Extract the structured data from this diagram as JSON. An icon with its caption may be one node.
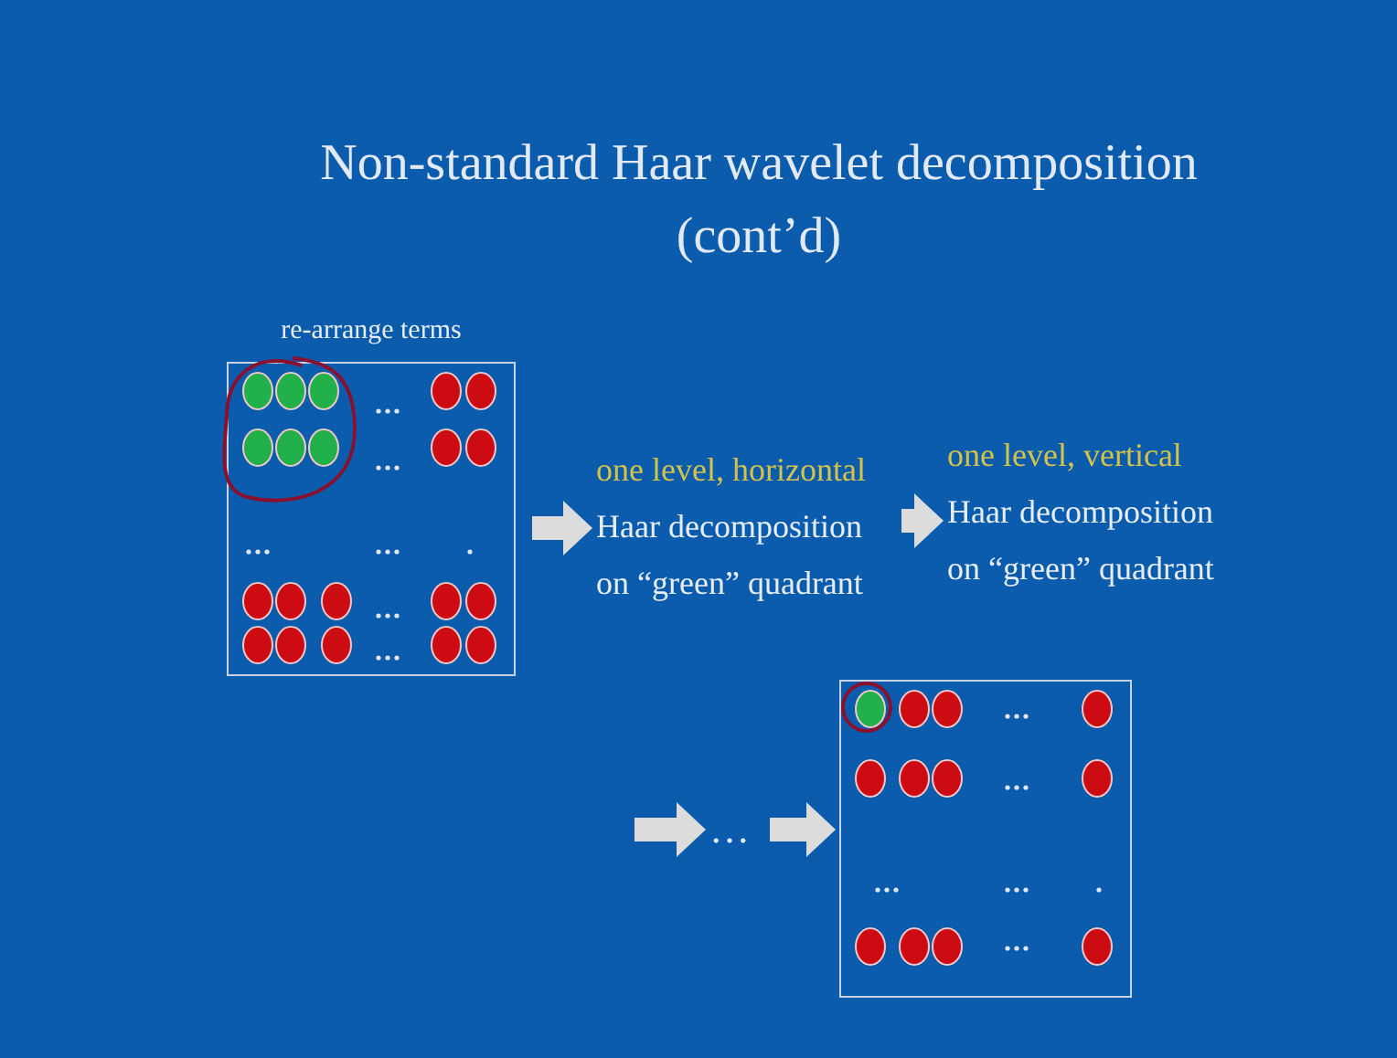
{
  "diagram": {
    "title": "Non-standard Haar wavelet decomposition (cont’d)",
    "nodes": [
      {
        "text": [
          "re-arrange terms"
        ]
      },
      {
        "text": [
          "one level, horizontal",
          "Haar decomposition on “green” quadrant"
        ]
      },
      {
        "text": [
          "one level, vertical",
          "Haar decomposition on “green” quadrant"
        ]
      },
      {
        "text": [
          "…"
        ]
      },
      {
        "text": [],
        "shape": "box"
      }
    ],
    "edges": [
      {
        "from": 0,
        "to": 1,
        "arrow": "to"
      },
      {
        "from": 1,
        "to": 2,
        "arrow": "to"
      },
      {
        "from": null,
        "to": 3,
        "arrow": "to"
      },
      {
        "from": 3,
        "to": 4,
        "arrow": "to"
      }
    ]
  }
}
